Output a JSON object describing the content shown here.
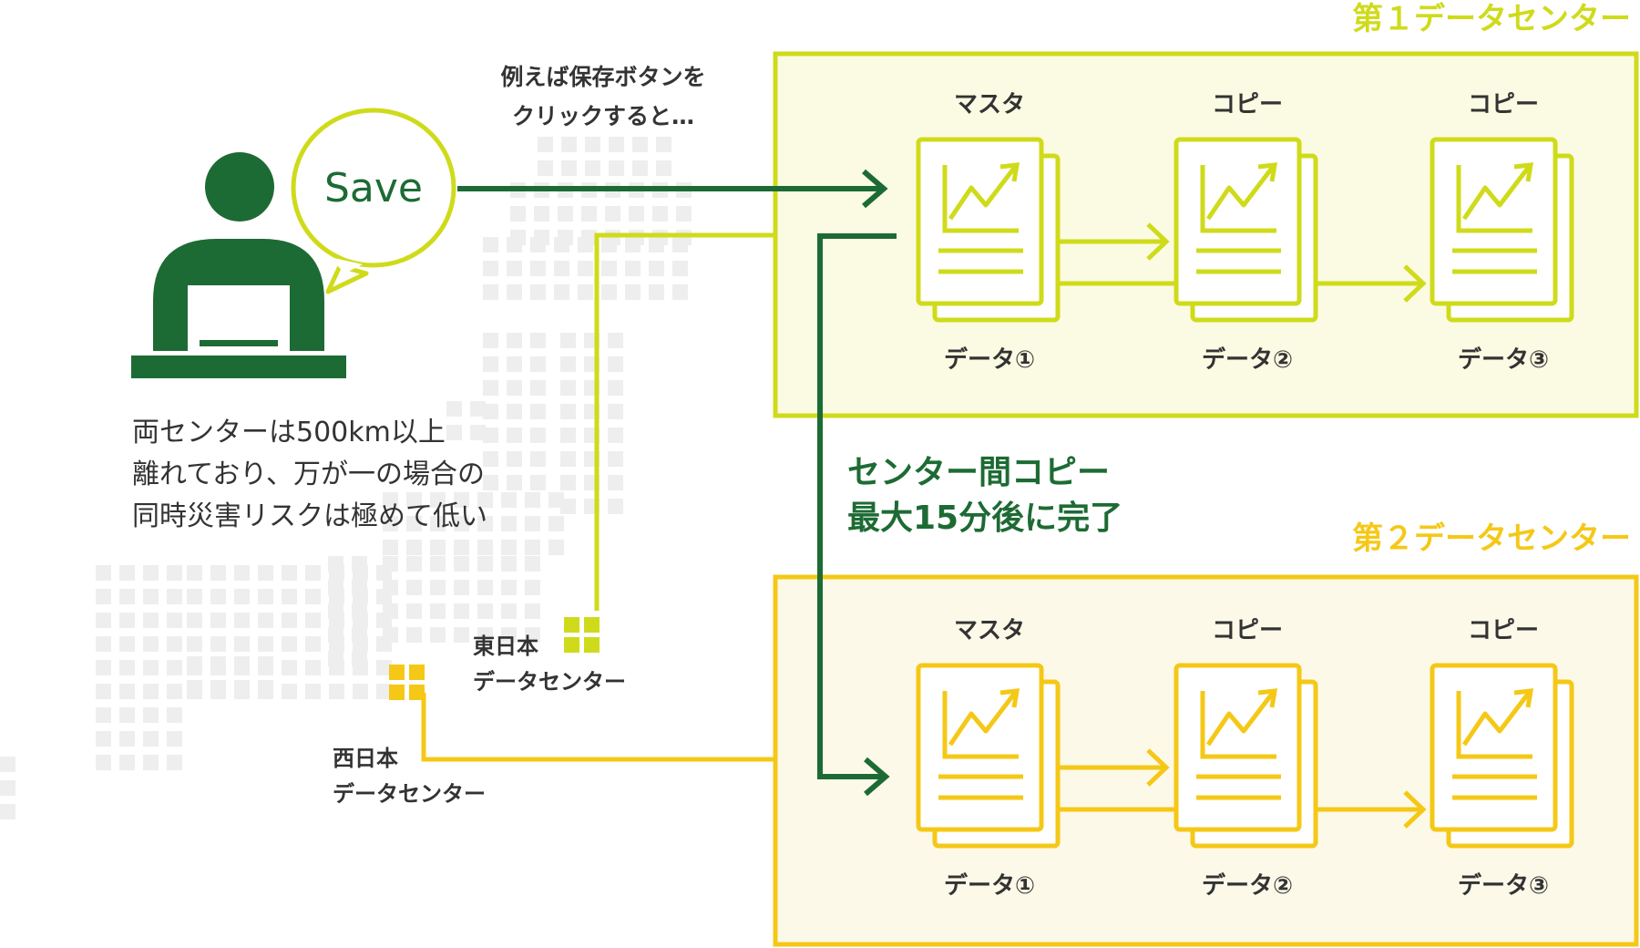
{
  "colors": {
    "dark_green": "#1d6b34",
    "lime": "#cfdb1a",
    "lime_fill": "#fbfbe3",
    "yellow": "#f5c817",
    "yellow_fill": "#fdf9e8",
    "map_gray": "#eeeeee",
    "text": "#333333"
  },
  "user": {
    "bubble_text": "Save",
    "instruction_line1": "例えば保存ボタンを",
    "instruction_line2": "クリックすると…",
    "note_lines": [
      "両センターは500km以上",
      "離れており、万が一の場合の",
      "同時災害リスクは極めて低い"
    ]
  },
  "locations": {
    "east": {
      "line1": "東日本",
      "line2": "データセンター"
    },
    "west": {
      "line1": "西日本",
      "line2": "データセンター"
    }
  },
  "transfer": {
    "line1": "センター間コピー",
    "line2": "最大15分後に完了"
  },
  "datacenters": [
    {
      "title": "第１データセンター",
      "docs": [
        {
          "role": "マスタ",
          "label": "データ①"
        },
        {
          "role": "コピー",
          "label": "データ②"
        },
        {
          "role": "コピー",
          "label": "データ③"
        }
      ]
    },
    {
      "title": "第２データセンター",
      "docs": [
        {
          "role": "マスタ",
          "label": "データ①"
        },
        {
          "role": "コピー",
          "label": "データ②"
        },
        {
          "role": "コピー",
          "label": "データ③"
        }
      ]
    }
  ]
}
